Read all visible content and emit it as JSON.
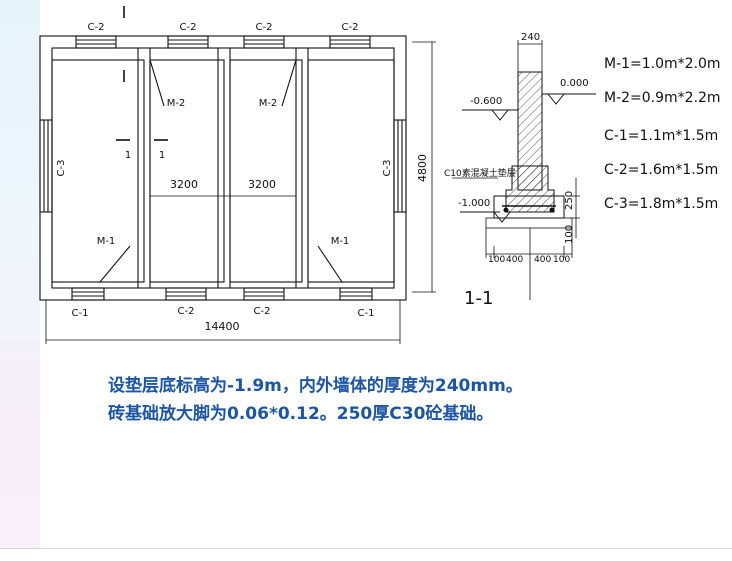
{
  "plan": {
    "window_labels_top": [
      "C-2",
      "C-2",
      "C-2",
      "C-2"
    ],
    "window_labels_bottom": [
      "C-1",
      "C-2",
      "C-2",
      "C-1"
    ],
    "window_label_left": "C-3",
    "window_label_right": "C-3",
    "door_labels_top": [
      "M-2",
      "M-2"
    ],
    "door_labels_bottom": [
      "M-1",
      "M-1"
    ],
    "section_mark": "1",
    "room_widths": [
      "3200",
      "3200"
    ],
    "total_width": "14400",
    "total_height": "4800"
  },
  "section": {
    "wall_width": "240",
    "ground_level_left": "-0.600",
    "ground_level_right": "0.000",
    "concrete_note": "C10素混凝土垫层",
    "base_level": "-1.000",
    "dim_250": "250",
    "dim_100": "100",
    "bottom_dims": [
      "100",
      "400",
      "400",
      "100"
    ],
    "title": "1-1"
  },
  "legend": [
    "M-1=1.0m*2.0m",
    "M-2=0.9m*2.2m",
    "C-1=1.1m*1.5m",
    "C-2=1.6m*1.5m",
    "C-3=1.8m*1.5m"
  ],
  "caption": {
    "line1": "设垫层底标高为-1.9m，内外墙体的厚度为240mm。",
    "line2": "砖基础放大脚为0.06*0.12。250厚C30砼基础。"
  }
}
